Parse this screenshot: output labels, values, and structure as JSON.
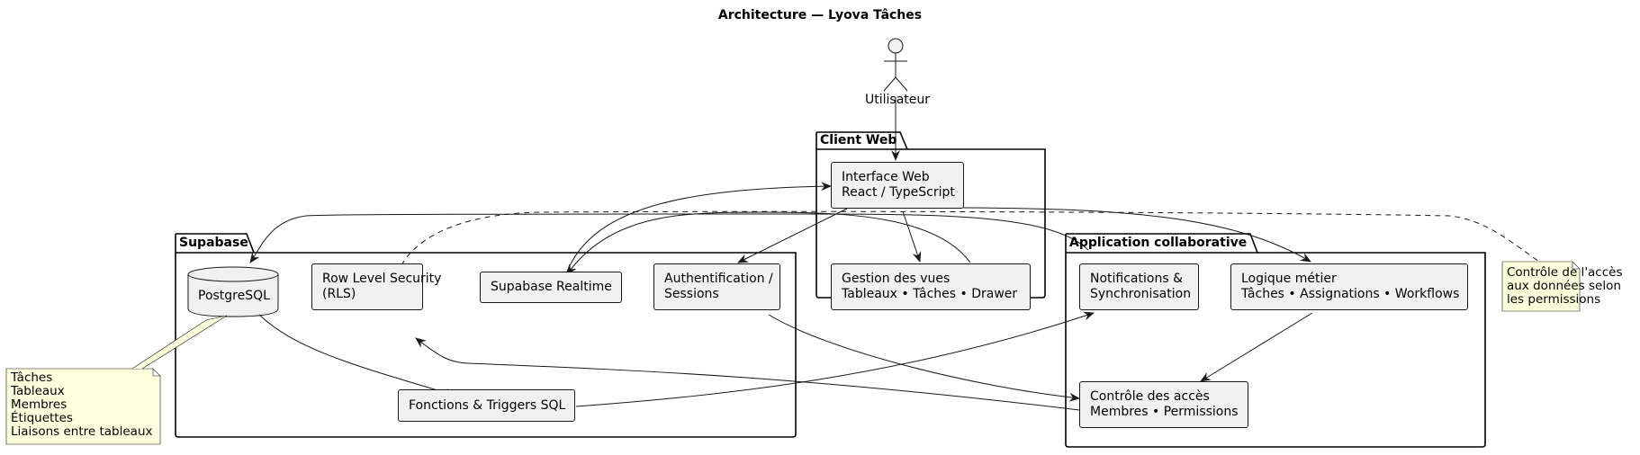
{
  "title": "Architecture — Lyova Tâches",
  "actor": {
    "label": "Utilisateur"
  },
  "packages": {
    "client": "Client Web",
    "supabase": "Supabase",
    "app": "Application collaborative"
  },
  "components": {
    "interface_web": {
      "line1": "Interface Web",
      "line2": "React / TypeScript"
    },
    "gestion_vues": {
      "line1": "Gestion des vues",
      "line2": "Tableaux • Tâches • Drawer"
    },
    "postgres": {
      "label": "PostgreSQL"
    },
    "rls": {
      "line1": "Row Level Security",
      "line2": "(RLS)"
    },
    "realtime": {
      "label": "Supabase Realtime"
    },
    "auth": {
      "line1": "Authentification /",
      "line2": "Sessions"
    },
    "fonctions": {
      "label": "Fonctions & Triggers SQL"
    },
    "notifications": {
      "line1": "Notifications &",
      "line2": "Synchronisation"
    },
    "logique": {
      "line1": "Logique métier",
      "line2": "Tâches • Assignations • Workflows"
    },
    "controle": {
      "line1": "Contrôle des accès",
      "line2": "Membres • Permissions"
    }
  },
  "notes": {
    "postgres": [
      "Tâches",
      "Tableaux",
      "Membres",
      "Étiquettes",
      "Liaisons entre tableaux"
    ],
    "rls": [
      "Contrôle de l'accès",
      "aux données selon",
      "les permissions"
    ]
  },
  "colors": {
    "component_fill": "#f1f1f1",
    "note_fill": "#feffdd",
    "line": "#181818"
  }
}
